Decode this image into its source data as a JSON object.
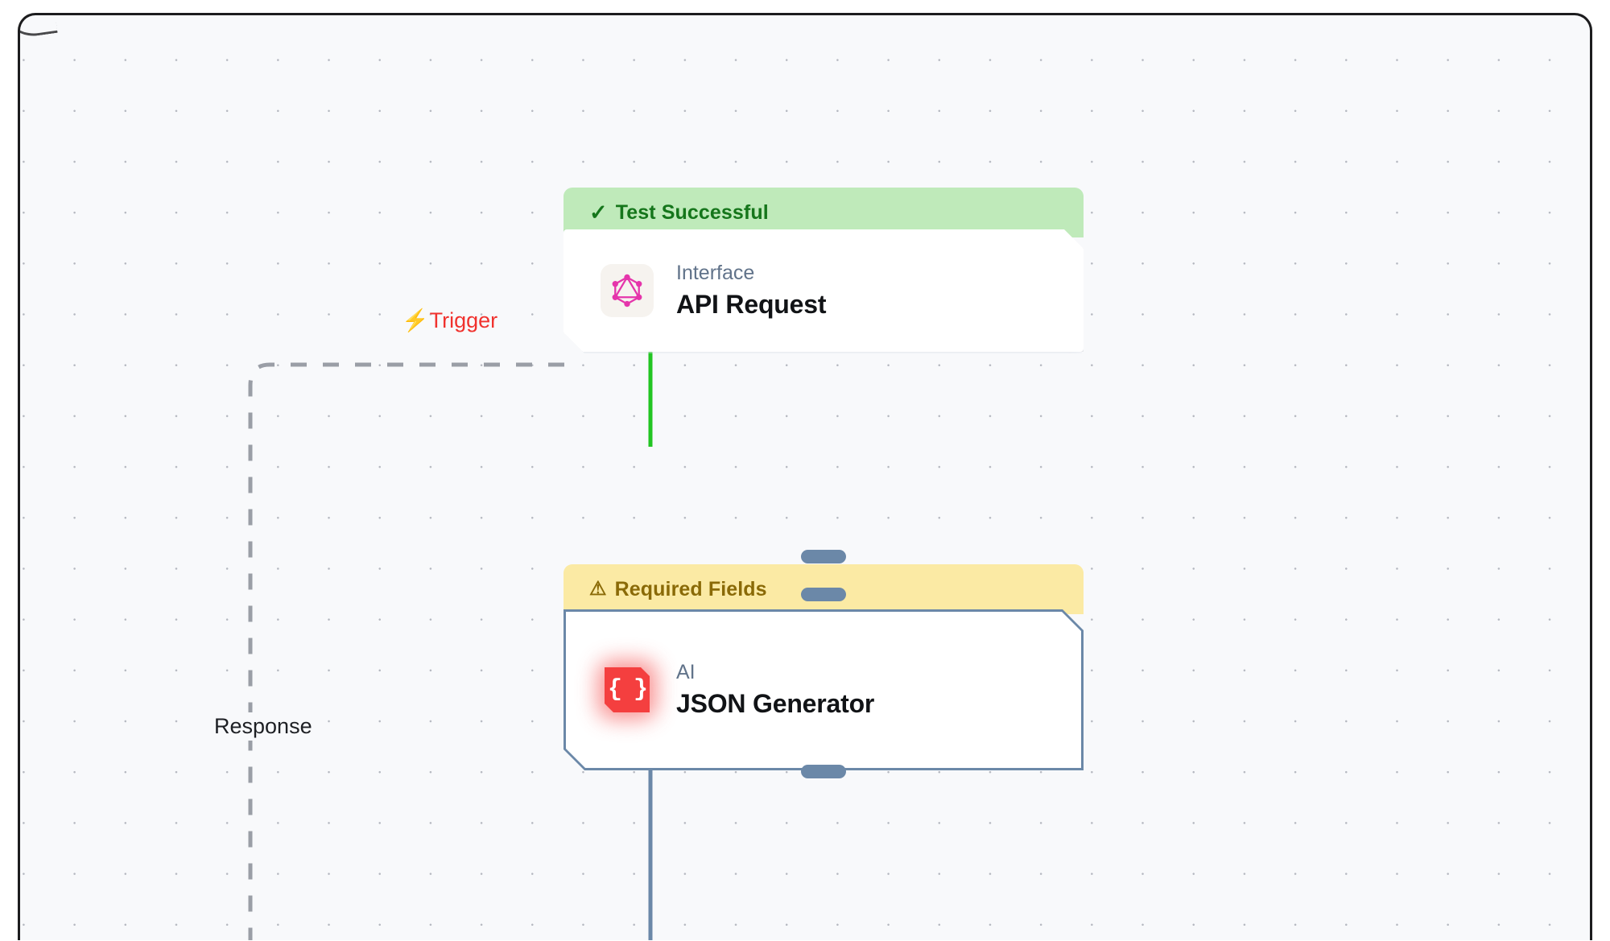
{
  "canvas": {
    "background_color": "#f8f9fb",
    "grid": "dot-grid",
    "border_color": "#1c1c1e"
  },
  "edges": [
    {
      "id": "trigger-edge",
      "label": "Trigger",
      "icon": "lightning-bolt-icon",
      "icon_glyph": "⚡",
      "style": "dashed",
      "color": "#9a9ea6",
      "label_color": "#f0322e"
    },
    {
      "id": "response-edge",
      "label": "Response",
      "style": "dashed",
      "color": "#9a9ea6",
      "label_color": "#1e2024"
    },
    {
      "id": "api-to-json-edge",
      "label": "",
      "style": "solid",
      "color": "#22c522"
    },
    {
      "id": "json-output-edge",
      "label": "",
      "style": "solid",
      "color": "#6b88a8"
    }
  ],
  "nodes": [
    {
      "id": "api-request",
      "banner": {
        "status": "success",
        "label": "Test Successful",
        "icon": "check-icon",
        "icon_glyph": "✓",
        "bg_color": "#bfeaba",
        "text_color": "#15761b"
      },
      "kicker": "Interface",
      "title": "API Request",
      "icon": "graphql-icon",
      "icon_color": "#e535ab",
      "selected": false
    },
    {
      "id": "json-generator",
      "banner": {
        "status": "warning",
        "label": "Required Fields",
        "icon": "warning-triangle-icon",
        "icon_glyph": "⚠",
        "bg_color": "#fbeaa4",
        "text_color": "#8a6a07"
      },
      "kicker": "AI",
      "title": "JSON Generator",
      "icon": "json-braces-icon",
      "icon_glyph": "{ }",
      "icon_color": "#f43f3f",
      "selected": true
    }
  ]
}
